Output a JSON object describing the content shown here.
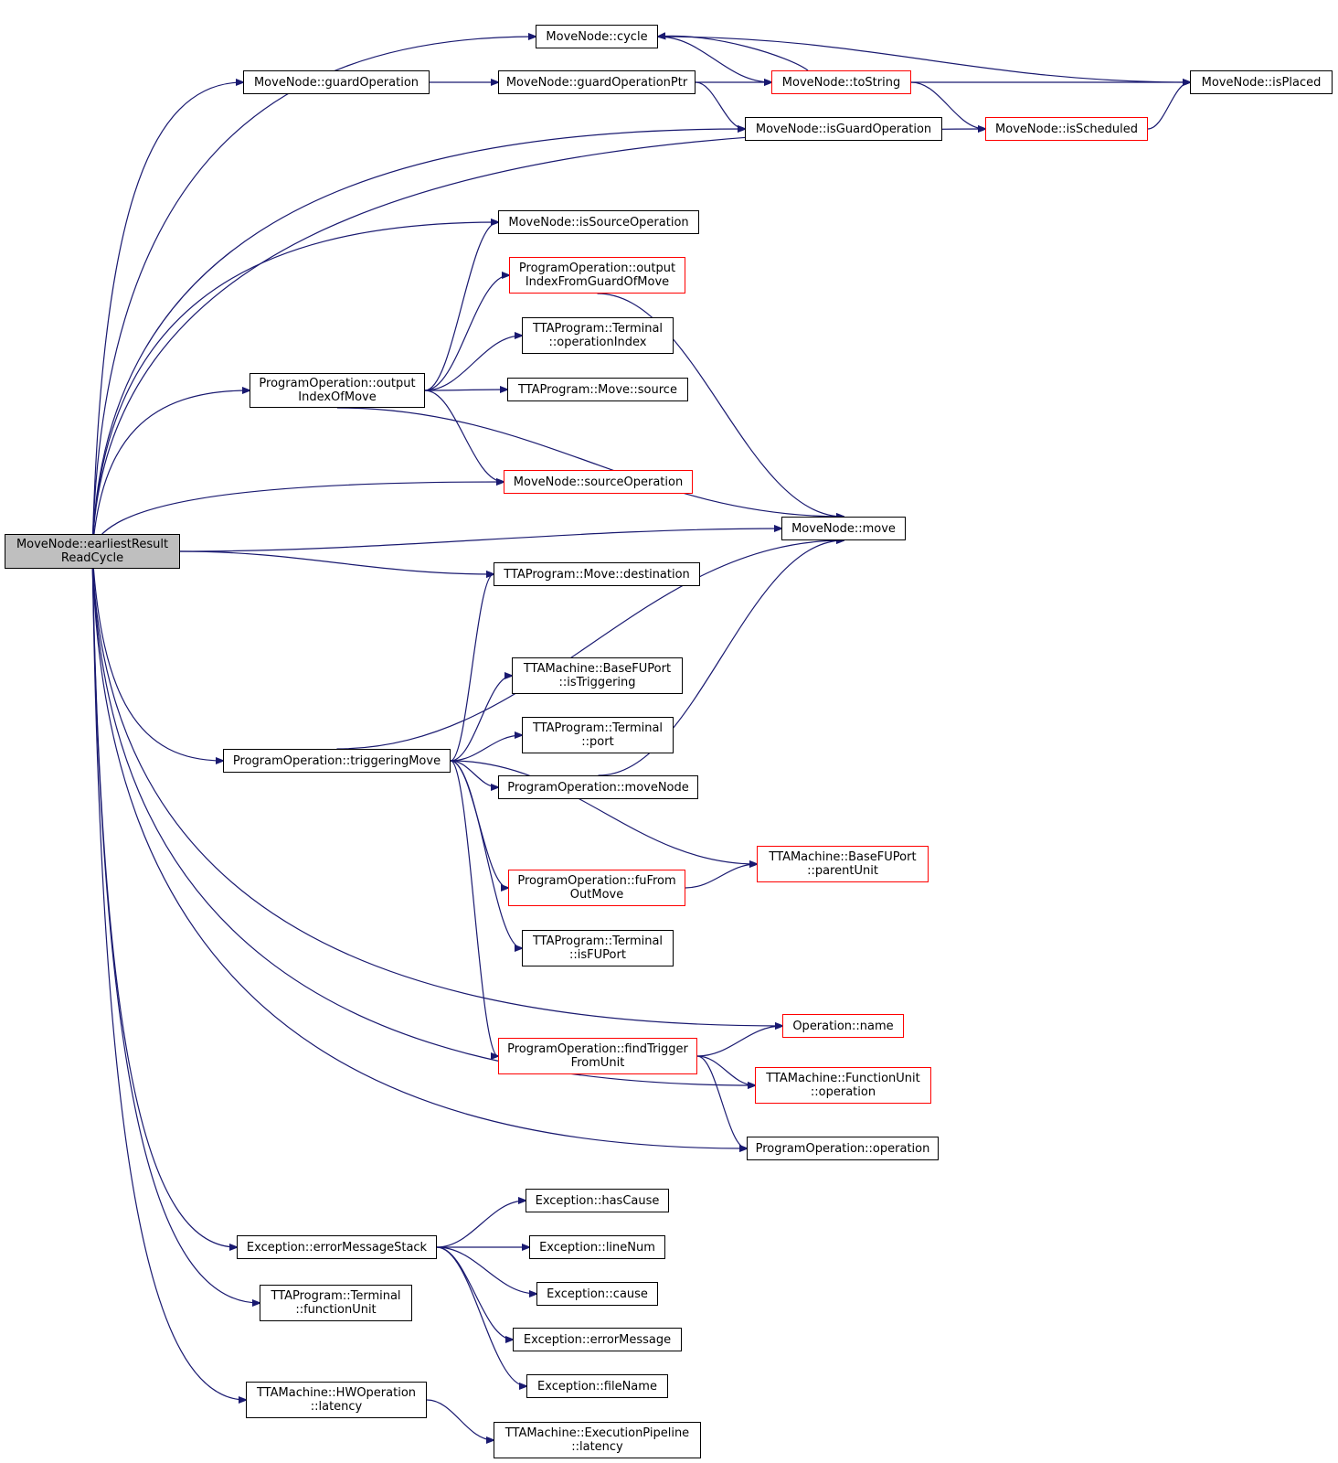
{
  "diagram": {
    "colors": {
      "edge": "#191970",
      "border": "#000000",
      "highlight_border": "#ff0000",
      "root_fill": "#bfbfbf"
    },
    "nodes": [
      {
        "id": "root",
        "lines": [
          "MoveNode::earliestResult",
          "ReadCycle"
        ],
        "style": "root"
      },
      {
        "id": "cycle",
        "lines": [
          "MoveNode::cycle"
        ],
        "style": "normal"
      },
      {
        "id": "guardOperation",
        "lines": [
          "MoveNode::guardOperation"
        ],
        "style": "normal"
      },
      {
        "id": "guardOperationPtr",
        "lines": [
          "MoveNode::guardOperationPtr"
        ],
        "style": "normal"
      },
      {
        "id": "toString",
        "lines": [
          "MoveNode::toString"
        ],
        "style": "red"
      },
      {
        "id": "isPlaced",
        "lines": [
          "MoveNode::isPlaced"
        ],
        "style": "normal"
      },
      {
        "id": "isGuardOperation",
        "lines": [
          "MoveNode::isGuardOperation"
        ],
        "style": "normal"
      },
      {
        "id": "isScheduled",
        "lines": [
          "MoveNode::isScheduled"
        ],
        "style": "red"
      },
      {
        "id": "isSourceOperation",
        "lines": [
          "MoveNode::isSourceOperation"
        ],
        "style": "normal"
      },
      {
        "id": "outputIndexFromGuard",
        "lines": [
          "ProgramOperation::output",
          "IndexFromGuardOfMove"
        ],
        "style": "red"
      },
      {
        "id": "terminalOperationIndex",
        "lines": [
          "TTAProgram::Terminal",
          "::operationIndex"
        ],
        "style": "normal"
      },
      {
        "id": "outputIndexOfMove",
        "lines": [
          "ProgramOperation::output",
          "IndexOfMove"
        ],
        "style": "normal"
      },
      {
        "id": "moveSource",
        "lines": [
          "TTAProgram::Move::source"
        ],
        "style": "normal"
      },
      {
        "id": "sourceOperation",
        "lines": [
          "MoveNode::sourceOperation"
        ],
        "style": "red"
      },
      {
        "id": "move",
        "lines": [
          "MoveNode::move"
        ],
        "style": "normal"
      },
      {
        "id": "moveDestination",
        "lines": [
          "TTAProgram::Move::destination"
        ],
        "style": "normal"
      },
      {
        "id": "isTriggering",
        "lines": [
          "TTAMachine::BaseFUPort",
          "::isTriggering"
        ],
        "style": "normal"
      },
      {
        "id": "terminalPort",
        "lines": [
          "TTAProgram::Terminal",
          "::port"
        ],
        "style": "normal"
      },
      {
        "id": "triggeringMove",
        "lines": [
          "ProgramOperation::triggeringMove"
        ],
        "style": "normal"
      },
      {
        "id": "moveNode",
        "lines": [
          "ProgramOperation::moveNode"
        ],
        "style": "normal"
      },
      {
        "id": "parentUnit",
        "lines": [
          "TTAMachine::BaseFUPort",
          "::parentUnit"
        ],
        "style": "red"
      },
      {
        "id": "fuFromOutMove",
        "lines": [
          "ProgramOperation::fuFrom",
          "OutMove"
        ],
        "style": "red"
      },
      {
        "id": "isFUPort",
        "lines": [
          "TTAProgram::Terminal",
          "::isFUPort"
        ],
        "style": "normal"
      },
      {
        "id": "operationName",
        "lines": [
          "Operation::name"
        ],
        "style": "red"
      },
      {
        "id": "findTrigger",
        "lines": [
          "ProgramOperation::findTrigger",
          "FromUnit"
        ],
        "style": "red"
      },
      {
        "id": "fuOperation",
        "lines": [
          "TTAMachine::FunctionUnit",
          "::operation"
        ],
        "style": "red"
      },
      {
        "id": "poOperation",
        "lines": [
          "ProgramOperation::operation"
        ],
        "style": "normal"
      },
      {
        "id": "hasCause",
        "lines": [
          "Exception::hasCause"
        ],
        "style": "normal"
      },
      {
        "id": "errorMessageStack",
        "lines": [
          "Exception::errorMessageStack"
        ],
        "style": "normal"
      },
      {
        "id": "lineNum",
        "lines": [
          "Exception::lineNum"
        ],
        "style": "normal"
      },
      {
        "id": "functionUnit",
        "lines": [
          "TTAProgram::Terminal",
          "::functionUnit"
        ],
        "style": "normal"
      },
      {
        "id": "cause",
        "lines": [
          "Exception::cause"
        ],
        "style": "normal"
      },
      {
        "id": "errorMessage",
        "lines": [
          "Exception::errorMessage"
        ],
        "style": "normal"
      },
      {
        "id": "fileName",
        "lines": [
          "Exception::fileName"
        ],
        "style": "normal"
      },
      {
        "id": "hwLatency",
        "lines": [
          "TTAMachine::HWOperation",
          "::latency"
        ],
        "style": "normal"
      },
      {
        "id": "pipelineLatency",
        "lines": [
          "TTAMachine::ExecutionPipeline",
          "::latency"
        ],
        "style": "normal"
      }
    ],
    "edges": [
      [
        "root",
        "cycle"
      ],
      [
        "root",
        "guardOperation"
      ],
      [
        "root",
        "isGuardOperation"
      ],
      [
        "root",
        "isScheduled"
      ],
      [
        "root",
        "isSourceOperation"
      ],
      [
        "root",
        "outputIndexOfMove"
      ],
      [
        "root",
        "sourceOperation"
      ],
      [
        "root",
        "move"
      ],
      [
        "root",
        "moveDestination"
      ],
      [
        "root",
        "triggeringMove"
      ],
      [
        "root",
        "operationName"
      ],
      [
        "root",
        "fuOperation"
      ],
      [
        "root",
        "poOperation"
      ],
      [
        "root",
        "errorMessageStack"
      ],
      [
        "root",
        "functionUnit"
      ],
      [
        "root",
        "hwLatency"
      ],
      [
        "cycle",
        "toString"
      ],
      [
        "cycle",
        "isPlaced"
      ],
      [
        "guardOperation",
        "guardOperationPtr"
      ],
      [
        "guardOperationPtr",
        "toString"
      ],
      [
        "guardOperationPtr",
        "isGuardOperation"
      ],
      [
        "toString",
        "cycle"
      ],
      [
        "toString",
        "isPlaced"
      ],
      [
        "toString",
        "isScheduled"
      ],
      [
        "isScheduled",
        "isPlaced"
      ],
      [
        "outputIndexOfMove",
        "isSourceOperation"
      ],
      [
        "outputIndexOfMove",
        "outputIndexFromGuard"
      ],
      [
        "outputIndexOfMove",
        "terminalOperationIndex"
      ],
      [
        "outputIndexOfMove",
        "moveSource"
      ],
      [
        "outputIndexOfMove",
        "move"
      ],
      [
        "outputIndexOfMove",
        "sourceOperation"
      ],
      [
        "outputIndexFromGuard",
        "move"
      ],
      [
        "triggeringMove",
        "moveDestination"
      ],
      [
        "triggeringMove",
        "move"
      ],
      [
        "triggeringMove",
        "isTriggering"
      ],
      [
        "triggeringMove",
        "terminalPort"
      ],
      [
        "triggeringMove",
        "moveNode"
      ],
      [
        "triggeringMove",
        "parentUnit"
      ],
      [
        "triggeringMove",
        "fuFromOutMove"
      ],
      [
        "triggeringMove",
        "isFUPort"
      ],
      [
        "triggeringMove",
        "findTrigger"
      ],
      [
        "moveNode",
        "move"
      ],
      [
        "fuFromOutMove",
        "parentUnit"
      ],
      [
        "findTrigger",
        "operationName"
      ],
      [
        "findTrigger",
        "fuOperation"
      ],
      [
        "findTrigger",
        "poOperation"
      ],
      [
        "errorMessageStack",
        "hasCause"
      ],
      [
        "errorMessageStack",
        "lineNum"
      ],
      [
        "errorMessageStack",
        "cause"
      ],
      [
        "errorMessageStack",
        "errorMessage"
      ],
      [
        "errorMessageStack",
        "fileName"
      ],
      [
        "hwLatency",
        "pipelineLatency"
      ]
    ]
  }
}
